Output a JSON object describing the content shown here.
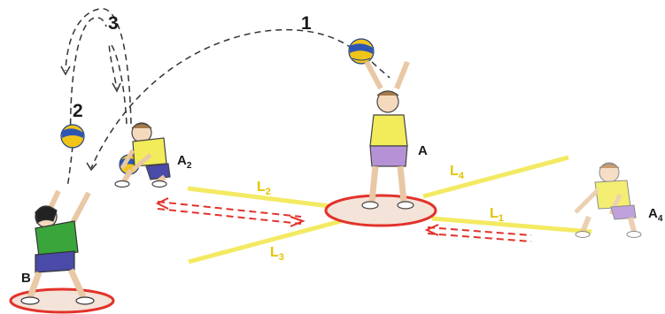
{
  "trajectory_labels": [
    "1",
    "2",
    "3"
  ],
  "players": {
    "A": {
      "letter": "A",
      "subscript": ""
    },
    "A2": {
      "letter": "A",
      "subscript": "2"
    },
    "A4": {
      "letter": "A",
      "subscript": "4"
    },
    "B": {
      "letter": "B",
      "subscript": ""
    }
  },
  "lines": {
    "L1": {
      "letter": "L",
      "subscript": "1"
    },
    "L2": {
      "letter": "L",
      "subscript": "2"
    },
    "L3": {
      "letter": "L",
      "subscript": "3"
    },
    "L4": {
      "letter": "L",
      "subscript": "4"
    }
  },
  "colors": {
    "court_line": "#f3ea63",
    "circle": "#e2322a",
    "arrow": "#e2322a",
    "shirt_yellow": "#f2ec5a",
    "shirt_green": "#3aa53a",
    "shorts": "#4a4aa8",
    "ball_blue": "#2d56b3",
    "ball_yellow": "#f0c419"
  }
}
